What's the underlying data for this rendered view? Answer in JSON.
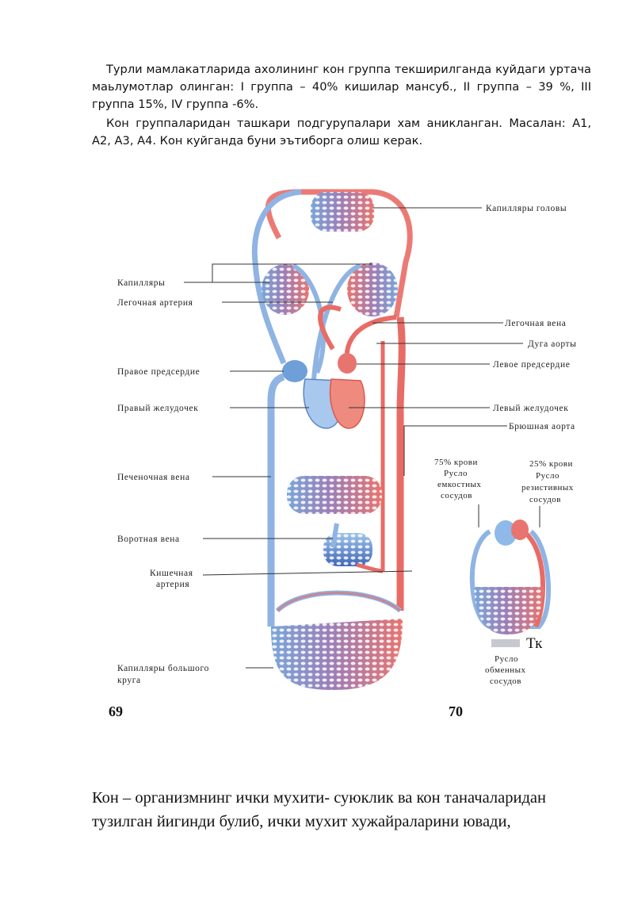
{
  "paragraphs": {
    "p1": "Турли мамлакатларида ахолининг кон группа текширилганда куйдаги уртача маьлумотлар олинган: I группа – 40% кишилар мансуб., II группа – 39 %, III группа 15%, IV группа -6%.",
    "p2": "Кон группаларидан ташкари подгурупалари хам аникланган. Масалан: А1, А2, А3, А4. Кон куйганда буни эътиборга олиш керак."
  },
  "figure69": {
    "number": "69",
    "labels": {
      "head_capillaries": "Капилляры головы",
      "capillaries": "Капилляры",
      "pulmonary_artery": "Легочная артерия",
      "pulmonary_vein": "Легочная вена",
      "aortic_arch": "Дуга аорты",
      "right_atrium": "Правое предсердие",
      "left_atrium": "Левое предсердие",
      "right_ventricle": "Правый желудочек",
      "left_ventricle": "Левый желудочек",
      "abdominal_aorta": "Брюшная аорта",
      "hepatic_vein": "Печеночная вена",
      "portal_vein": "Воротная вена",
      "intestinal_artery_l1": "Кишечная",
      "intestinal_artery_l2": "артерия",
      "systemic_capillaries_l1": "Капилляры большого",
      "systemic_capillaries_l2": "круга"
    }
  },
  "figure70": {
    "number": "70",
    "labels": {
      "capacitive_l1": "75% крови",
      "capacitive_l2": "Русло",
      "capacitive_l3": "емкостных",
      "capacitive_l4": "сосудов",
      "resistive_l1": "25% крови",
      "resistive_l2": "Русло",
      "resistive_l3": "резистивных",
      "resistive_l4": "сосудов",
      "tk": "Тк",
      "exchange_l1": "Русло",
      "exchange_l2": "обменных",
      "exchange_l3": "сосудов"
    }
  },
  "bottom_text": "Кон – организмнинг ички мухити- суюклик ва кон таначаларидан тузилган йигинди булиб, ички мухит хужайраларини ювади,"
}
